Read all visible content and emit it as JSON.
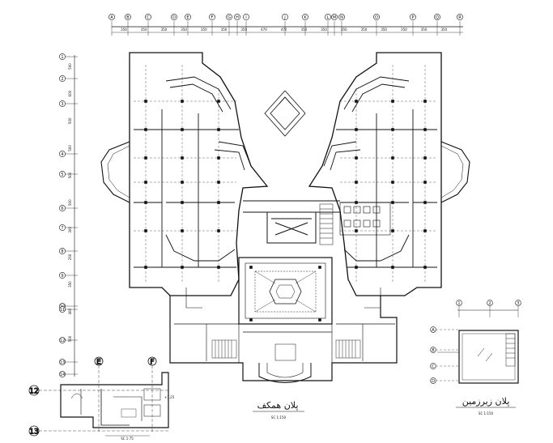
{
  "top_axes": [
    "A",
    "B",
    "C",
    "D",
    "E",
    "F",
    "G",
    "H",
    "I",
    "J",
    "K",
    "L",
    "M",
    "N",
    "O",
    "P",
    "Q",
    "R"
  ],
  "top_dims": [
    "350",
    "350",
    "350",
    "350",
    "350",
    "350",
    "350",
    "470",
    "470",
    "350",
    "350",
    "350",
    "350",
    "350",
    "350",
    "350",
    "350"
  ],
  "left_axes": [
    "1",
    "2",
    "3",
    "4",
    "5",
    "6",
    "7",
    "8",
    "9",
    "10",
    "11",
    "12",
    "13",
    "14"
  ],
  "left_dims": [
    "500",
    "600",
    "500",
    "500",
    "500",
    "500",
    "300",
    "250",
    "350",
    "400",
    "500"
  ],
  "main_plan": {
    "title": "پلان همکف",
    "scale": "SC 1:150"
  },
  "roof_plan": {
    "title": "پلان زیرزمین",
    "scale": "SC 1:150",
    "axes_top": [
      "1",
      "2",
      "3"
    ],
    "axes_left": [
      "A",
      "B",
      "C",
      "D"
    ]
  },
  "detail_plan": {
    "axis_rows": [
      "12",
      "13"
    ],
    "axis_cols": [
      "E",
      "F"
    ],
    "scale": "SC 1:75",
    "notes": [
      "+1.25"
    ]
  },
  "colors": {
    "ink": "#111111",
    "paper": "#ffffff"
  }
}
